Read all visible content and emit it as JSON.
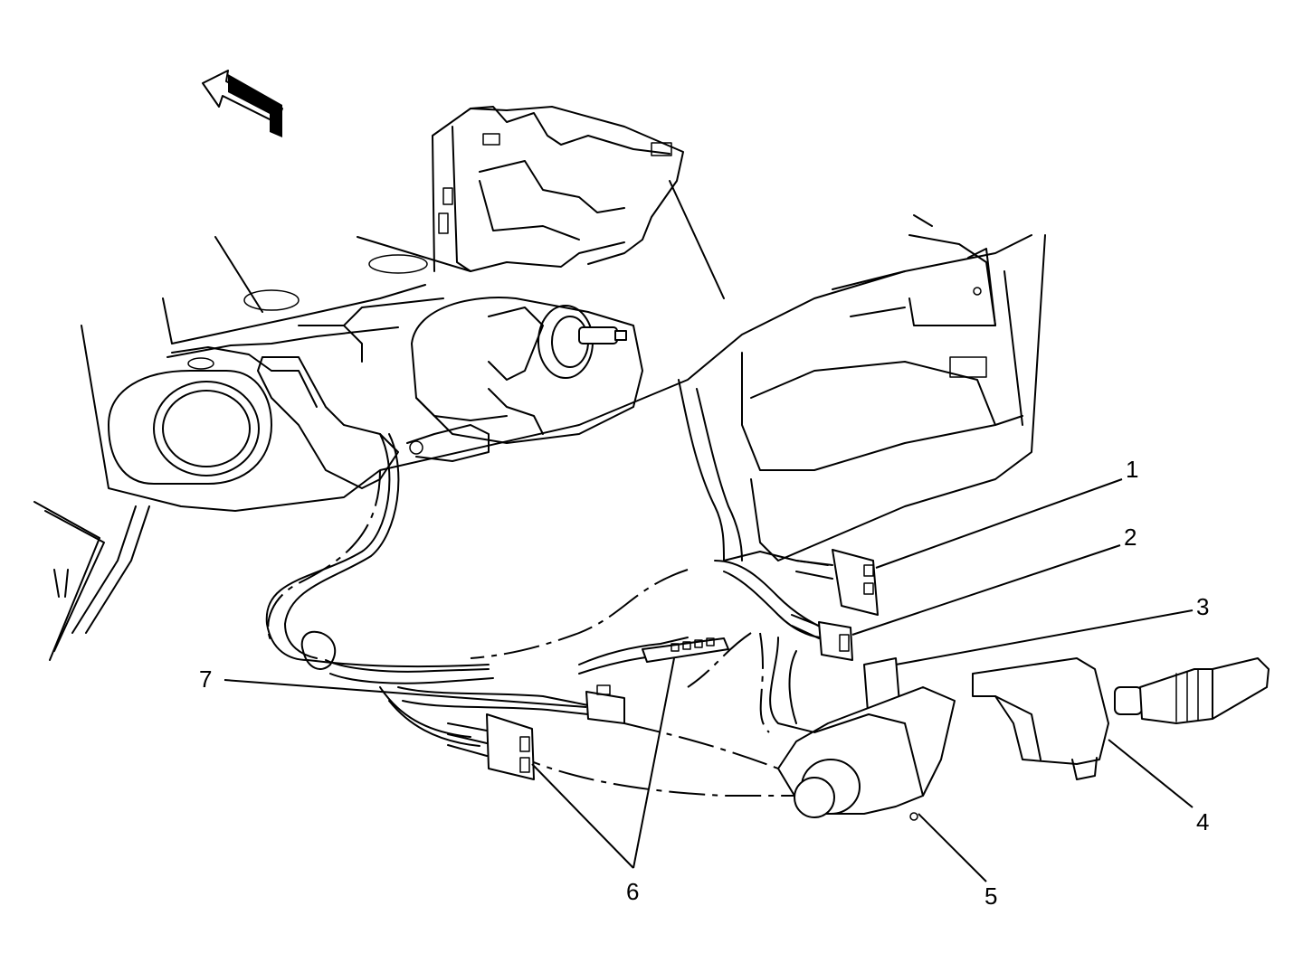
{
  "diagram": {
    "callouts": [
      {
        "id": "1",
        "label": "1"
      },
      {
        "id": "2",
        "label": "2"
      },
      {
        "id": "3",
        "label": "3"
      },
      {
        "id": "4",
        "label": "4"
      },
      {
        "id": "5",
        "label": "5"
      },
      {
        "id": "6",
        "label": "6"
      },
      {
        "id": "7",
        "label": "7"
      }
    ],
    "icons": [
      "direction-arrow-icon"
    ],
    "colors": {
      "ink": "#000000",
      "paper": "#ffffff"
    }
  }
}
